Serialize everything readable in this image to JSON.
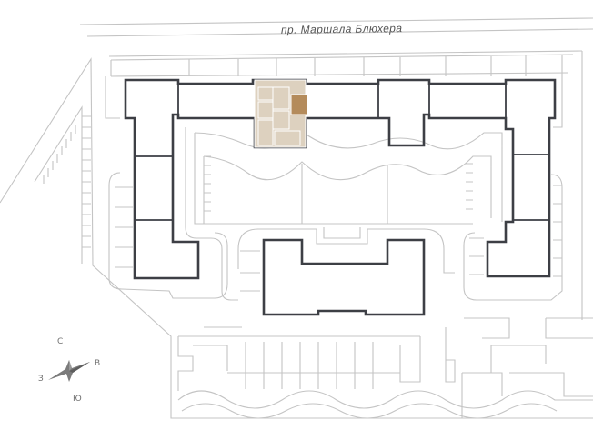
{
  "map": {
    "street_label": "пр. Маршала Блюхера"
  },
  "compass": {
    "north": "С",
    "east": "В",
    "south": "Ю",
    "west": "З"
  },
  "colors": {
    "building_outline": "#3d3f45",
    "site_lines": "#c4c4c4",
    "selected_section": "#ddd1bf",
    "selected_apartment": "#b48b5b",
    "compass": "#7b7b7b"
  }
}
